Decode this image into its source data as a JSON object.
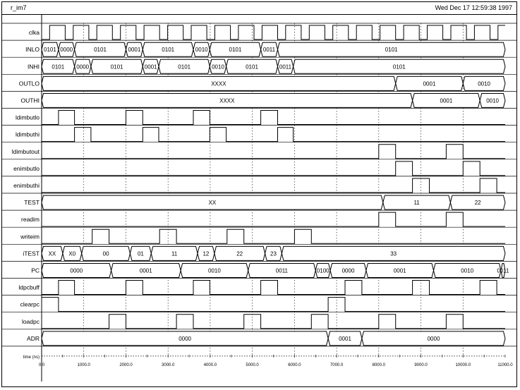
{
  "window": {
    "title": "r_im7",
    "timestamp": "Wed Dec 17 12:59:38 1997"
  },
  "time_axis": {
    "label": "time (ns)",
    "tick_labels": [
      "0.0",
      "1000.0",
      "2000.0",
      "3000.0",
      "4000.0",
      "5000.0",
      "6000.0",
      "7000.0",
      "8000.0",
      "9000.0",
      "10000.0",
      "11000.0"
    ],
    "max": 11000
  },
  "signals": [
    {
      "name": "clka",
      "type": "clock",
      "period": 560,
      "high": 370
    },
    {
      "name": "INLO",
      "type": "bus",
      "segments": [
        {
          "start": 0,
          "end": 400,
          "label": "0101"
        },
        {
          "start": 400,
          "end": 780,
          "label": "0000"
        },
        {
          "start": 780,
          "end": 2000,
          "label": "0101"
        },
        {
          "start": 2000,
          "end": 2400,
          "label": "0001"
        },
        {
          "start": 2400,
          "end": 3600,
          "label": "0101"
        },
        {
          "start": 3600,
          "end": 3990,
          "label": "0010"
        },
        {
          "start": 3990,
          "end": 5200,
          "label": "0101"
        },
        {
          "start": 5200,
          "end": 5600,
          "label": "0011"
        },
        {
          "start": 5600,
          "end": 11000,
          "label": "0101"
        }
      ]
    },
    {
      "name": "INHI",
      "type": "bus",
      "segments": [
        {
          "start": 0,
          "end": 780,
          "label": "0101"
        },
        {
          "start": 780,
          "end": 1170,
          "label": "0000"
        },
        {
          "start": 1170,
          "end": 2400,
          "label": "0101"
        },
        {
          "start": 2400,
          "end": 2780,
          "label": "0001"
        },
        {
          "start": 2780,
          "end": 3990,
          "label": "0101"
        },
        {
          "start": 3990,
          "end": 4380,
          "label": "0010"
        },
        {
          "start": 4380,
          "end": 5600,
          "label": "0101"
        },
        {
          "start": 5600,
          "end": 5970,
          "label": "0011"
        },
        {
          "start": 5970,
          "end": 11000,
          "label": "0101"
        }
      ]
    },
    {
      "name": "OUTLO",
      "type": "bus",
      "segments": [
        {
          "start": 0,
          "end": 8400,
          "label": "XXXX"
        },
        {
          "start": 8400,
          "end": 10000,
          "label": "0001"
        },
        {
          "start": 10000,
          "end": 11000,
          "label": "0010"
        }
      ]
    },
    {
      "name": "OUTHI",
      "type": "bus",
      "segments": [
        {
          "start": 0,
          "end": 8800,
          "label": "XXXX"
        },
        {
          "start": 8800,
          "end": 10400,
          "label": "0001"
        },
        {
          "start": 10400,
          "end": 11000,
          "label": "0010"
        }
      ]
    },
    {
      "name": "ldimbutlo",
      "type": "logic",
      "init": 0,
      "edges": [
        400,
        780,
        2000,
        2400,
        3600,
        3990,
        5200,
        5600
      ]
    },
    {
      "name": "ldimbuthi",
      "type": "logic",
      "init": 0,
      "edges": [
        780,
        1170,
        2400,
        2780,
        3990,
        4380,
        5600,
        5970
      ]
    },
    {
      "name": "ldimbutout",
      "type": "logic",
      "init": 0,
      "edges": [
        8000,
        8400,
        9600,
        10000
      ]
    },
    {
      "name": "enimbutlo",
      "type": "logic",
      "init": 0,
      "edges": [
        8400,
        8800,
        10000,
        10400
      ]
    },
    {
      "name": "enimbuthi",
      "type": "logic",
      "init": 0,
      "edges": [
        8800,
        9200,
        10400,
        10800
      ]
    },
    {
      "name": "TEST",
      "type": "bus",
      "segments": [
        {
          "start": 0,
          "end": 8100,
          "label": "XX"
        },
        {
          "start": 8100,
          "end": 9700,
          "label": "11"
        },
        {
          "start": 9700,
          "end": 11000,
          "label": "22"
        }
      ]
    },
    {
      "name": "readim",
      "type": "logic",
      "init": 0,
      "edges": [
        8000,
        8400,
        9600,
        10000
      ]
    },
    {
      "name": "writeim",
      "type": "logic",
      "init": 0,
      "edges": [
        1200,
        1600,
        2800,
        3200,
        4400,
        4800,
        6000,
        6400
      ]
    },
    {
      "name": "iTEST",
      "type": "bus",
      "segments": [
        {
          "start": 0,
          "end": 500,
          "label": "XX"
        },
        {
          "start": 500,
          "end": 950,
          "label": "X0"
        },
        {
          "start": 950,
          "end": 2100,
          "label": "00"
        },
        {
          "start": 2100,
          "end": 2600,
          "label": "01"
        },
        {
          "start": 2600,
          "end": 3700,
          "label": "11"
        },
        {
          "start": 3700,
          "end": 4100,
          "label": "12"
        },
        {
          "start": 4100,
          "end": 5300,
          "label": "22"
        },
        {
          "start": 5300,
          "end": 5700,
          "label": "23"
        },
        {
          "start": 5700,
          "end": 11000,
          "label": "33"
        }
      ]
    },
    {
      "name": "PC",
      "type": "bus",
      "segments": [
        {
          "start": 0,
          "end": 1650,
          "label": "0000"
        },
        {
          "start": 1650,
          "end": 3300,
          "label": "0001"
        },
        {
          "start": 3300,
          "end": 4900,
          "label": "0010"
        },
        {
          "start": 4900,
          "end": 6500,
          "label": "0011"
        },
        {
          "start": 6500,
          "end": 6850,
          "label": "0100"
        },
        {
          "start": 6850,
          "end": 7700,
          "label": "0000"
        },
        {
          "start": 7700,
          "end": 9300,
          "label": "0001"
        },
        {
          "start": 9300,
          "end": 10900,
          "label": "0010"
        },
        {
          "start": 10900,
          "end": 11000,
          "label": "0011"
        }
      ]
    },
    {
      "name": "ldpcbuff",
      "type": "logic",
      "init": 0,
      "edges": [
        400,
        780,
        2000,
        2400,
        3600,
        3990,
        5200,
        5600,
        7200,
        7600,
        8800,
        9200,
        10400,
        10800
      ]
    },
    {
      "name": "clearpc",
      "type": "logic",
      "init": 1,
      "edges": [
        400,
        6800,
        7200
      ]
    },
    {
      "name": "loadpc",
      "type": "logic",
      "init": 0,
      "edges": [
        1600,
        2000,
        3200,
        3600,
        4800,
        5200,
        6400,
        6800,
        8000,
        8400,
        9600,
        10000
      ]
    },
    {
      "name": "ADR",
      "type": "bus",
      "segments": [
        {
          "start": 0,
          "end": 6800,
          "label": "0000"
        },
        {
          "start": 6800,
          "end": 7600,
          "label": "0001"
        },
        {
          "start": 7600,
          "end": 11000,
          "label": "0000"
        }
      ]
    }
  ]
}
